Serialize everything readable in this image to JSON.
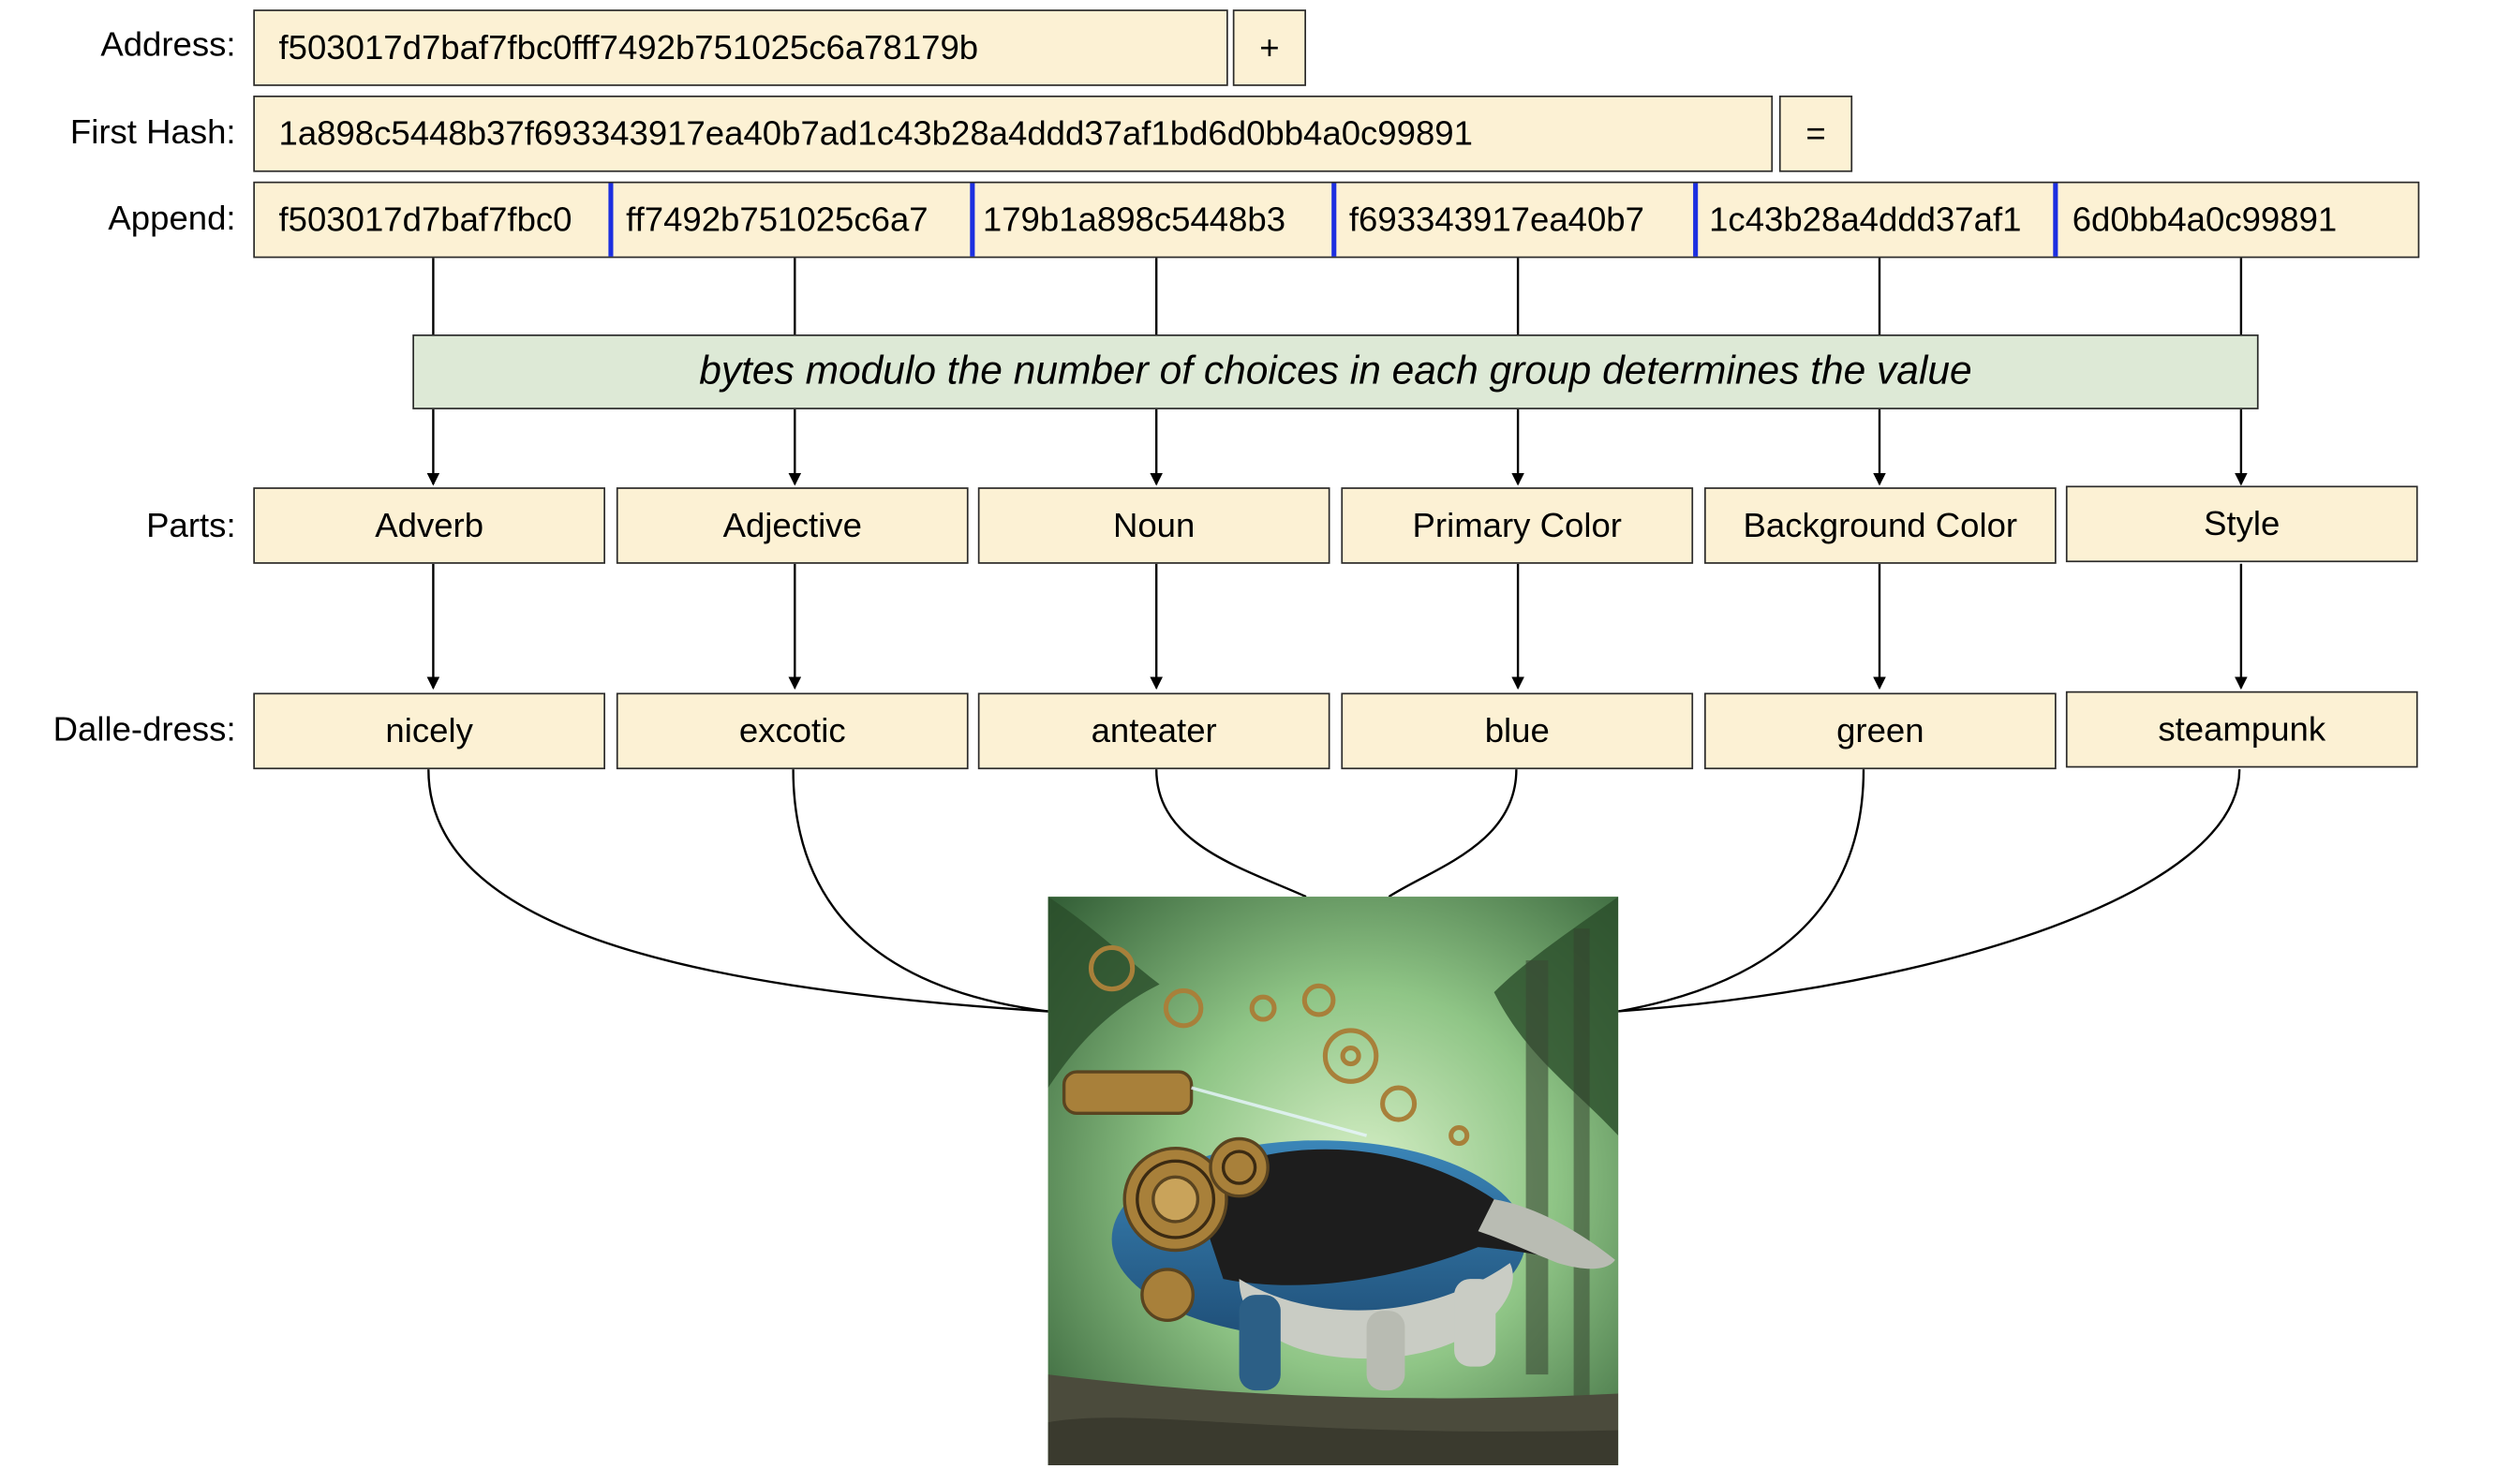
{
  "labels": {
    "address": "Address:",
    "first_hash": "First Hash:",
    "append": "Append:",
    "parts": "Parts:",
    "dalle_dress": "Dalle-dress:"
  },
  "address": {
    "value": "f503017d7baf7fbc0fff7492b751025c6a78179b",
    "op": "+"
  },
  "first_hash": {
    "value": "1a898c5448b37f693343917ea40b7ad1c43b28a4ddd37af1bd6d0bb4a0c99891",
    "op": "="
  },
  "append_segments": [
    "f503017d7baf7fbc0",
    "ff7492b751025c6a7",
    "179b1a898c5448b3",
    "f693343917ea40b7",
    "1c43b28a4ddd37af1",
    "6d0bb4a0c99891"
  ],
  "banner": "bytes modulo the number of choices in each group determines the value",
  "parts": [
    "Adverb",
    "Adjective",
    "Noun",
    "Primary Color",
    "Background Color",
    "Style"
  ],
  "dalle_dress": [
    "nicely",
    "excotic",
    "anteater",
    "blue",
    "green",
    "steampunk"
  ],
  "image": {
    "subject": "steampunk anteater",
    "colors": {
      "background": "#5e9a5a",
      "body": "#2f6f9a",
      "stripe": "#1d1d1d",
      "fur": "#c9ccc4",
      "brass": "#a8803a"
    }
  },
  "colors": {
    "box_fill": "#fcf1d4",
    "banner_fill": "#dde9d6",
    "divider": "#1c2fe0",
    "border": "#2b2b2b"
  }
}
